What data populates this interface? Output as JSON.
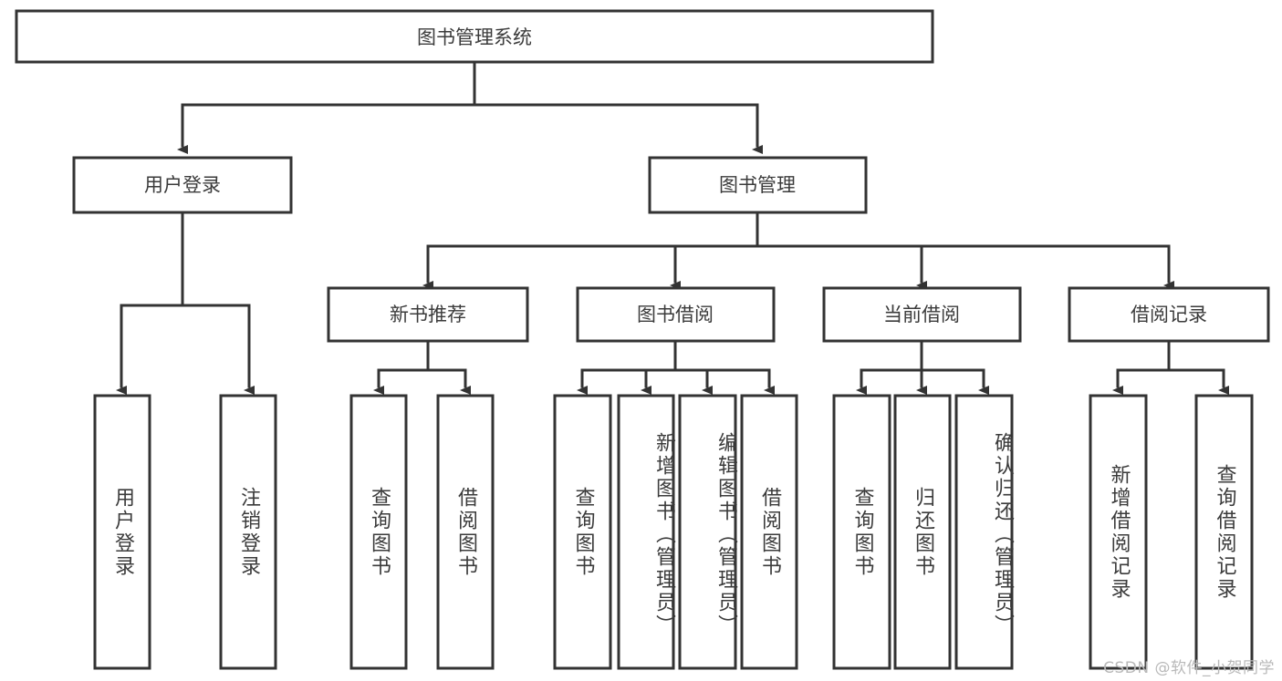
{
  "diagram": {
    "title": "图书管理系统",
    "watermark": "CSDN @软件_小贺同学",
    "type": "hierarchy-tree",
    "orientation": "top-down",
    "colors": {
      "box_stroke": "#333333",
      "box_fill": "#ffffff",
      "text": "#3b3b3b",
      "connector": "#333333",
      "watermark": "#b9b9b9",
      "background": "#ffffff"
    },
    "levels": 3,
    "root": {
      "id": "root",
      "label": "图书管理系统",
      "text_orientation": "horizontal"
    },
    "level2": [
      {
        "id": "user-login",
        "label": "用户登录",
        "text_orientation": "horizontal"
      },
      {
        "id": "book-management",
        "label": "图书管理",
        "text_orientation": "horizontal"
      }
    ],
    "level3": [
      {
        "id": "new-book-recommend",
        "label": "新书推荐",
        "parent": "book-management",
        "text_orientation": "horizontal"
      },
      {
        "id": "book-borrow",
        "label": "图书借阅",
        "parent": "book-management",
        "text_orientation": "horizontal"
      },
      {
        "id": "current-borrow",
        "label": "当前借阅",
        "parent": "book-management",
        "text_orientation": "horizontal"
      },
      {
        "id": "borrow-record",
        "label": "借阅记录",
        "parent": "book-management",
        "text_orientation": "horizontal"
      }
    ],
    "leaves": [
      {
        "id": "leaf-user-login",
        "label": "用户登录",
        "parent": "user-login",
        "text_orientation": "vertical"
      },
      {
        "id": "leaf-logout-login",
        "label": "注销登录",
        "parent": "user-login",
        "text_orientation": "vertical"
      },
      {
        "id": "leaf-query-book-1",
        "label": "查询图书",
        "parent": "new-book-recommend",
        "text_orientation": "vertical"
      },
      {
        "id": "leaf-borrow-book-1",
        "label": "借阅图书",
        "parent": "new-book-recommend",
        "text_orientation": "vertical"
      },
      {
        "id": "leaf-query-book-2",
        "label": "查询图书",
        "parent": "book-borrow",
        "text_orientation": "vertical"
      },
      {
        "id": "leaf-add-book",
        "label": "新增图书（管理员）",
        "parent": "book-borrow",
        "text_orientation": "vertical"
      },
      {
        "id": "leaf-edit-book",
        "label": "编辑图书（管理员）",
        "parent": "book-borrow",
        "text_orientation": "vertical"
      },
      {
        "id": "leaf-borrow-book-2",
        "label": "借阅图书",
        "parent": "book-borrow",
        "text_orientation": "vertical"
      },
      {
        "id": "leaf-query-book-3",
        "label": "查询图书",
        "parent": "current-borrow",
        "text_orientation": "vertical"
      },
      {
        "id": "leaf-return-book",
        "label": "归还图书",
        "parent": "current-borrow",
        "text_orientation": "vertical"
      },
      {
        "id": "leaf-confirm-return",
        "label": "确认归还（管理员）",
        "parent": "current-borrow",
        "text_orientation": "vertical"
      },
      {
        "id": "leaf-add-record",
        "label": "新增借阅记录",
        "parent": "borrow-record",
        "text_orientation": "vertical"
      },
      {
        "id": "leaf-query-record",
        "label": "查询借阅记录",
        "parent": "borrow-record",
        "text_orientation": "vertical"
      }
    ]
  }
}
